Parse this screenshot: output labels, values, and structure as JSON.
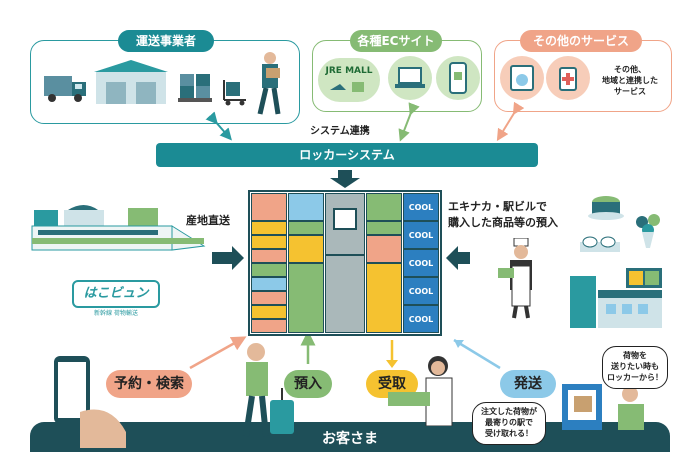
{
  "header": {
    "transport_title": "運送事業者",
    "ec_title": "各種ECサイト",
    "other_title": "その他のサービス",
    "jre_mall": "JRE MALL",
    "other_desc": "その他、\n地域と連携した\nサービス"
  },
  "system": {
    "link_label": "システム連携",
    "locker_system_label": "ロッカーシステム"
  },
  "left": {
    "direct_label": "産地直送",
    "logo_text": "はこビュン",
    "logo_sub": "新幹線 荷物輸送"
  },
  "right": {
    "station_label_line1": "エキナカ・駅ビルで",
    "station_label_line2": "購入した商品等の預入"
  },
  "locker": {
    "cool_labels": [
      "COOL",
      "COOL",
      "COOL",
      "COOL",
      "COOL"
    ]
  },
  "actions": {
    "reserve": "予約・検索",
    "deposit": "預入",
    "receive": "受取",
    "send": "発送"
  },
  "bubbles": {
    "receive_note": "注文した荷物が\n最寄りの駅で\n受け取れる！",
    "send_note": "荷物を\n送りたい時も\nロッカーから！"
  },
  "footer": {
    "customer_label": "お客さま"
  },
  "colors": {
    "teal": "#1b8b94",
    "green": "#86bb74",
    "salmon": "#f0a488",
    "yellow": "#f5c230",
    "blue": "#2c7fc0",
    "light_blue": "#8cc9e8"
  }
}
